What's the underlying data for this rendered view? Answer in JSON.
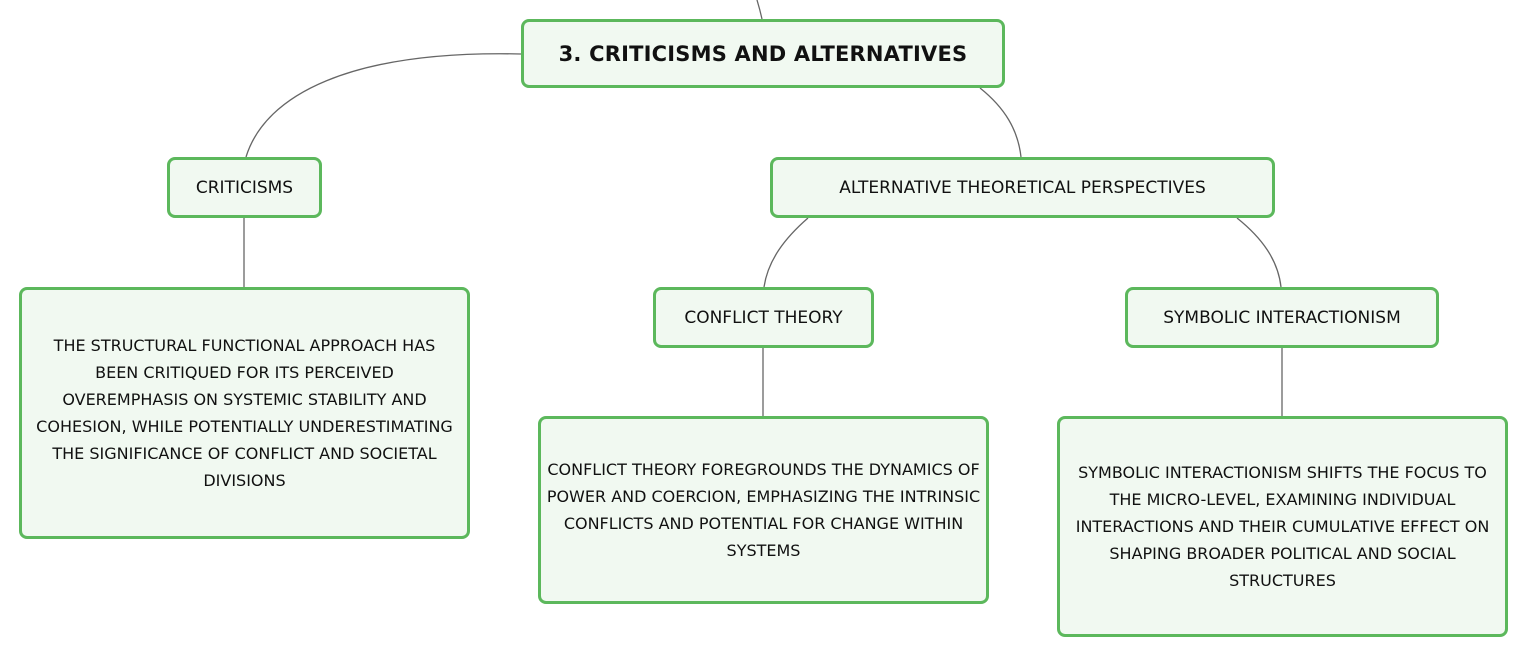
{
  "diagram": {
    "root": {
      "label": "3. CRITICISMS AND ALTERNATIVES"
    },
    "criticisms": {
      "label": "CRITICISMS",
      "description": "THE STRUCTURAL FUNCTIONAL APPROACH HAS BEEN CRITIQUED FOR ITS PERCEIVED OVEREMPHASIS ON SYSTEMIC STABILITY AND COHESION, WHILE POTENTIALLY UNDERESTIMATING THE SIGNIFICANCE OF CONFLICT AND SOCIETAL DIVISIONS"
    },
    "alternatives": {
      "label": "ALTERNATIVE THEORETICAL PERSPECTIVES",
      "conflict_theory": {
        "label": "CONFLICT THEORY",
        "description": "CONFLICT THEORY FOREGROUNDS THE DYNAMICS OF POWER AND COERCION, EMPHASIZING THE INTRINSIC CONFLICTS AND POTENTIAL FOR CHANGE WITHIN SYSTEMS"
      },
      "symbolic_interactionism": {
        "label": "SYMBOLIC INTERACTIONISM",
        "description": "SYMBOLIC INTERACTIONISM SHIFTS THE FOCUS TO THE MICRO-LEVEL, EXAMINING INDIVIDUAL INTERACTIONS AND THEIR CUMULATIVE EFFECT ON SHAPING BROADER POLITICAL AND SOCIAL STRUCTURES"
      }
    },
    "colors": {
      "node_border": "#5cb85c",
      "node_fill": "#f1f9f1",
      "connector": "#666666",
      "text": "#111111"
    }
  }
}
